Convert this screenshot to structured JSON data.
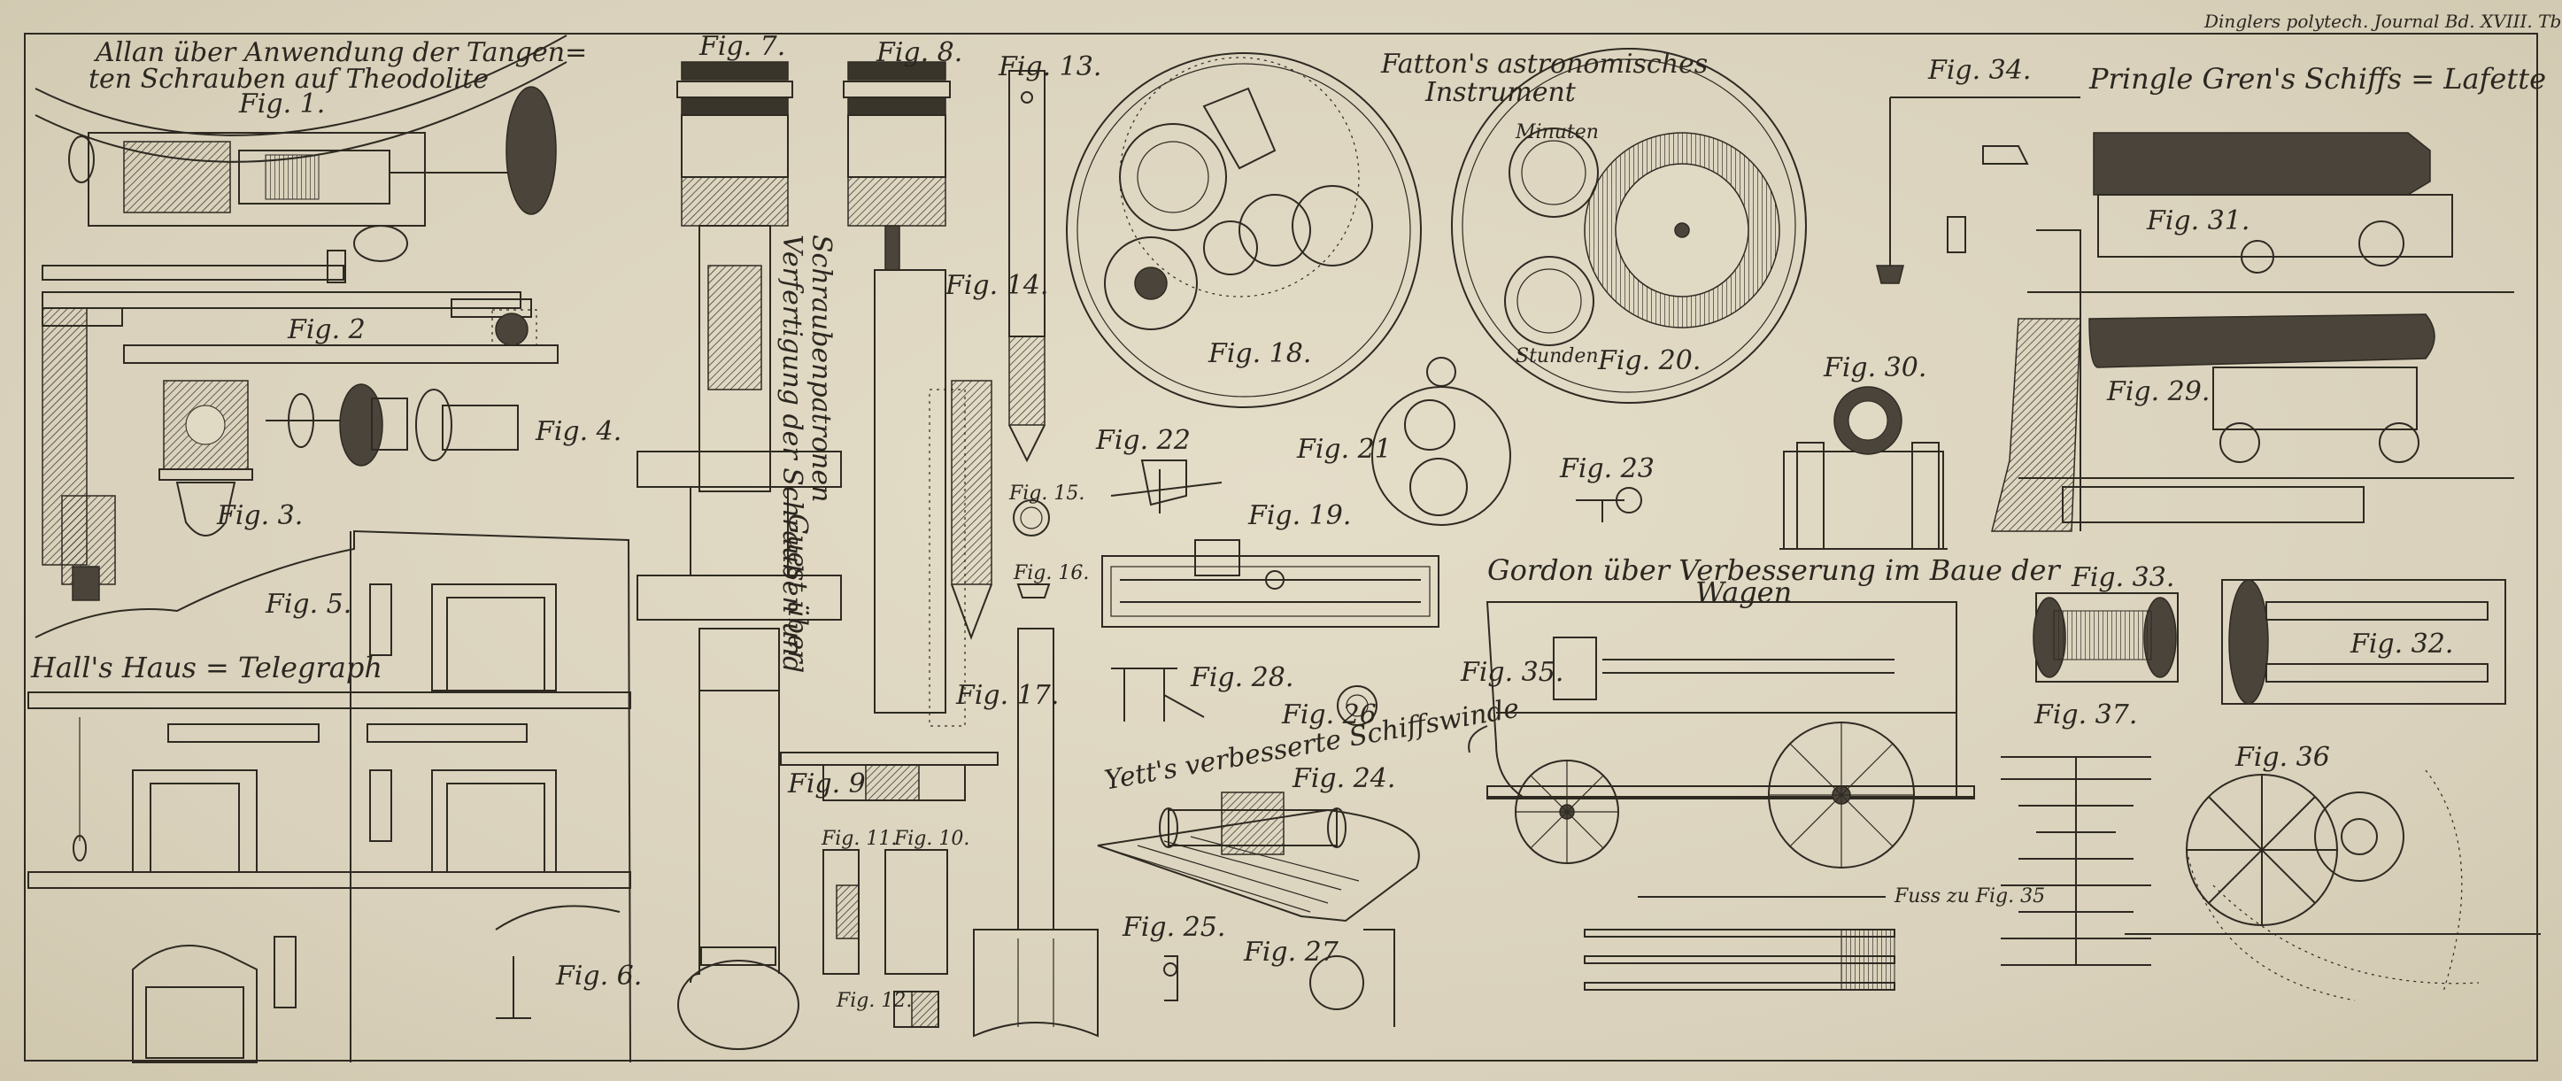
{
  "header": {
    "journal": "Dinglers polytech. Journal Bd. XVIII. Tb. III."
  },
  "titles": {
    "allan_line1": "Allan über Anwendung der Tangen=",
    "allan_line2": "ten Schrauben auf Theodolite",
    "fatton_line1": "Fatton's astronomisches",
    "fatton_line2": "Instrument",
    "pringle": "Pringle Gren's Schiffs = Lafette",
    "gordon_line1": "Gordon über Verbesserung im Baue der",
    "gordon_line2": "Wagen",
    "hall": "Hall's Haus = Telegraph",
    "verfertigung_line1": "Verfertigung der Schrauben und",
    "verfertigung_line2": "Schraubenpatronen",
    "guest": "Guest über",
    "yett": "Yett's verbesserte Schiffswinde",
    "scale": "Fuss zu Fig. 35"
  },
  "figures": {
    "f1": "Fig. 1.",
    "f2": "Fig. 2",
    "f3": "Fig. 3.",
    "f4": "Fig. 4.",
    "f5": "Fig. 5.",
    "f6": "Fig. 6.",
    "f7": "Fig. 7.",
    "f8": "Fig. 8.",
    "f9": "Fig. 9",
    "f10": "Fig. 10.",
    "f11": "Fig. 11.",
    "f12": "Fig. 12.",
    "f13": "Fig. 13.",
    "f14": "Fig. 14.",
    "f15": "Fig. 15.",
    "f16": "Fig. 16.",
    "f17": "Fig. 17.",
    "f18": "Fig. 18.",
    "f19": "Fig. 19.",
    "f20": "Fig. 20.",
    "f21": "Fig. 21",
    "f22": "Fig. 22",
    "f23": "Fig. 23",
    "f24": "Fig. 24.",
    "f25": "Fig. 25.",
    "f26": "Fig. 26",
    "f27": "Fig. 27",
    "f28": "Fig. 28.",
    "f29": "Fig. 29.",
    "f30": "Fig. 30.",
    "f31": "Fig. 31.",
    "f32": "Fig. 32.",
    "f33": "Fig. 33.",
    "f34": "Fig. 34.",
    "f35": "Fig. 35.",
    "f36": "Fig. 36",
    "f37": "Fig. 37."
  },
  "dial_labels": {
    "minuten": "Minuten",
    "stunden": "Stunden"
  },
  "colors": {
    "paper": "#d9d2bd",
    "ink": "#2e2a22"
  }
}
